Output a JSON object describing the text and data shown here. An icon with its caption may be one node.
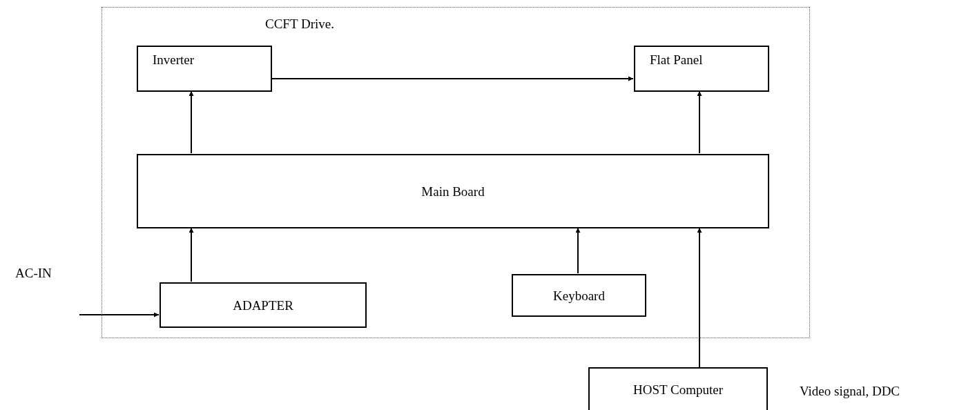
{
  "diagram": {
    "nodes": [
      {
        "text": [],
        "shape": "box"
      },
      {
        "text": [
          "Inverter"
        ],
        "in": 0
      },
      {
        "text": [
          "Flat Panel"
        ],
        "in": 0
      },
      {
        "text": [
          "Main Board"
        ],
        "in": 0
      },
      {
        "text": [
          "ADAPTER"
        ],
        "in": 0
      },
      {
        "text": [
          "Keyboard"
        ],
        "in": 0
      },
      {
        "text": [
          "HOST Computer"
        ],
        "beside": [
          "Video signal, DDC"
        ]
      }
    ],
    "edges": [
      {
        "from": 1,
        "to": 2,
        "arrow": "to",
        "label": "CCFT Drive."
      },
      {
        "from": 3,
        "to": 1,
        "arrow": "to"
      },
      {
        "from": 3,
        "to": 2,
        "arrow": "to"
      },
      {
        "from": 4,
        "to": 3,
        "arrow": "to"
      },
      {
        "from": 5,
        "to": 3,
        "arrow": "to"
      },
      {
        "from": 6,
        "to": 3,
        "arrow": "to"
      },
      {
        "from": null,
        "to": 4,
        "arrow": "to",
        "label": "AC-IN"
      }
    ]
  }
}
